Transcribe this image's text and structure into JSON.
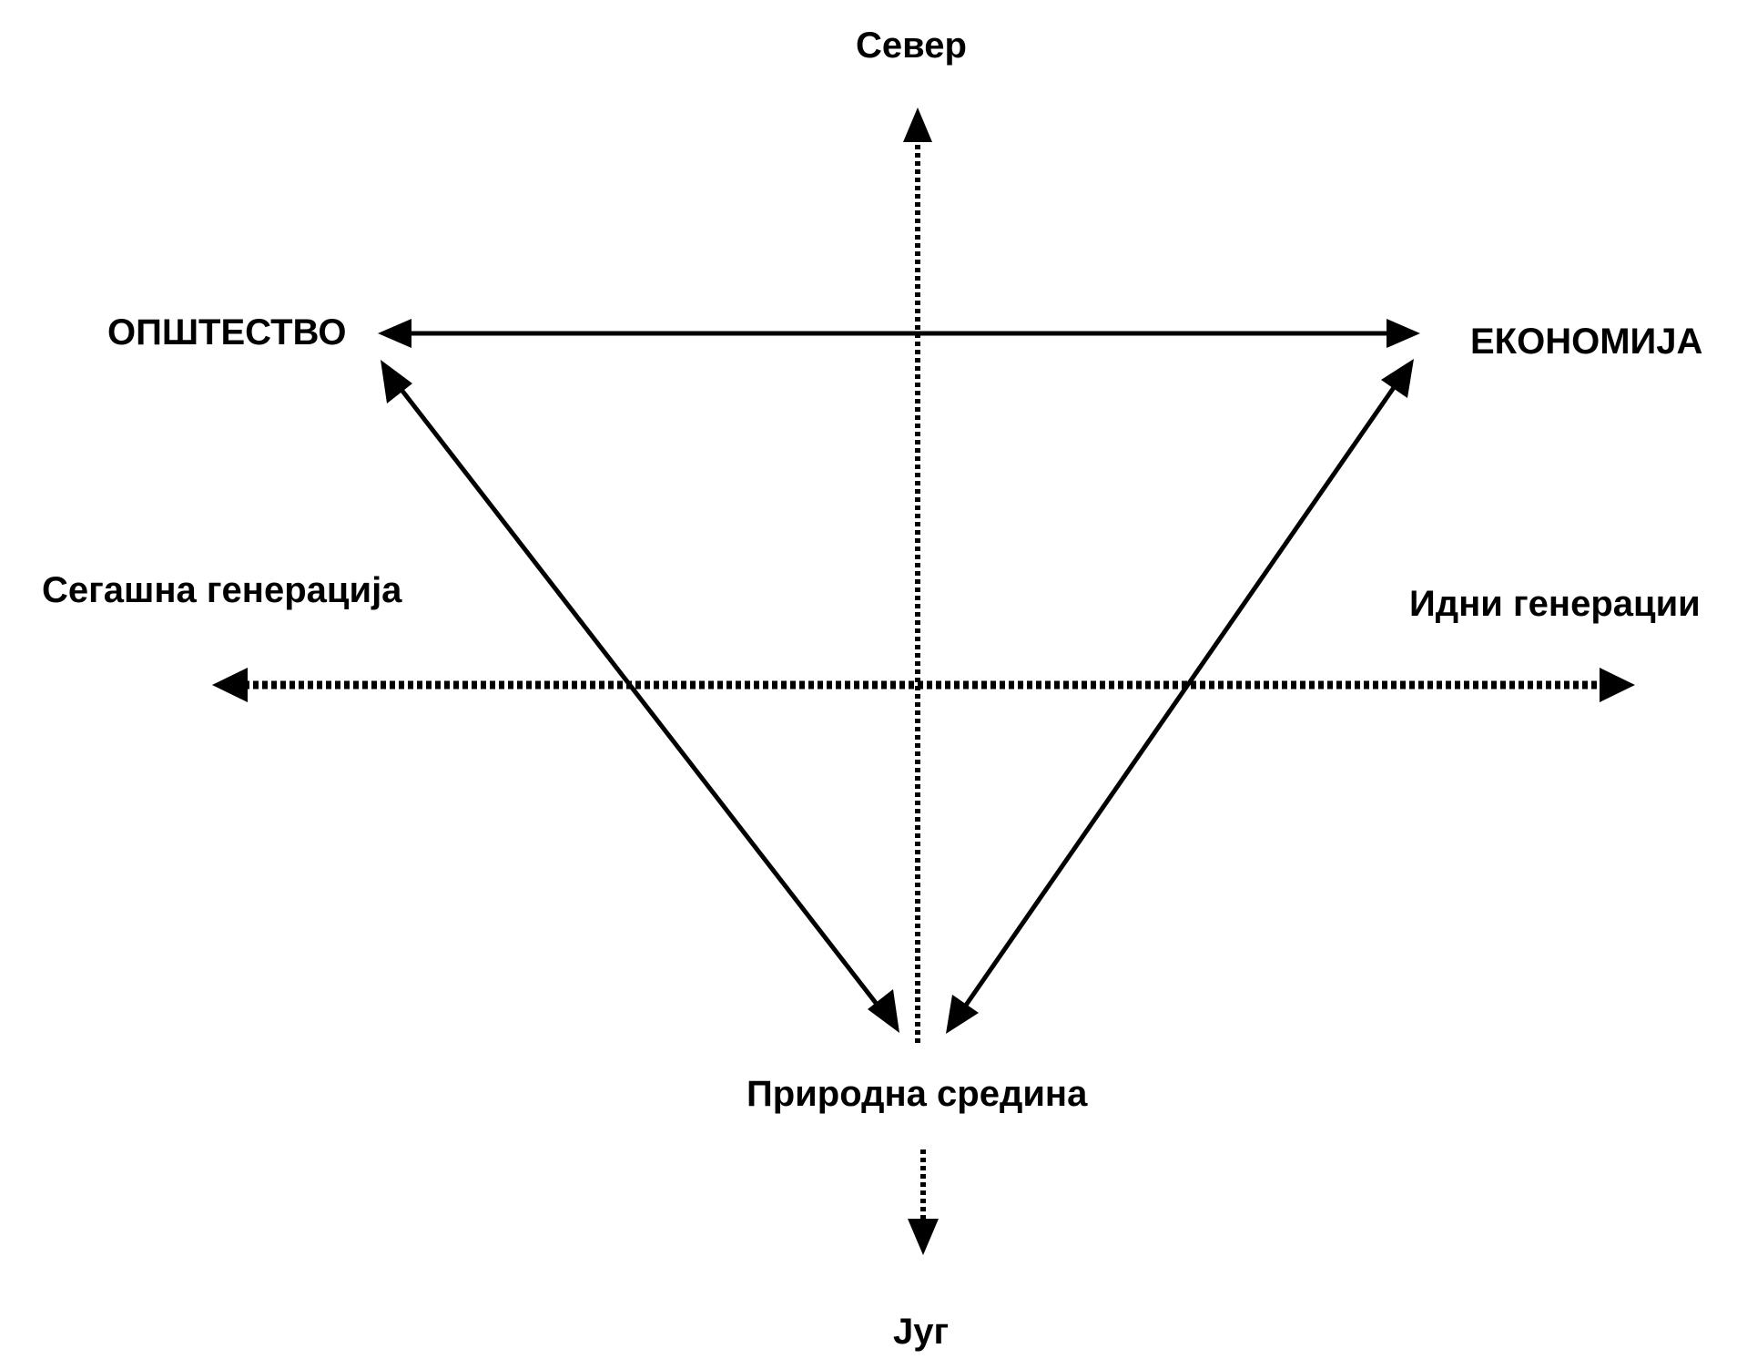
{
  "colors": {
    "background": "#ffffff",
    "ink": "#000000"
  },
  "labels": {
    "north": "Север",
    "south": "Југ",
    "society": "ОПШТЕСТВО",
    "economy": "ЕКОНОМИЈА",
    "environment": "Природна средина",
    "present_generation": "Сегашна генерација",
    "future_generations": "Идни генерации"
  }
}
